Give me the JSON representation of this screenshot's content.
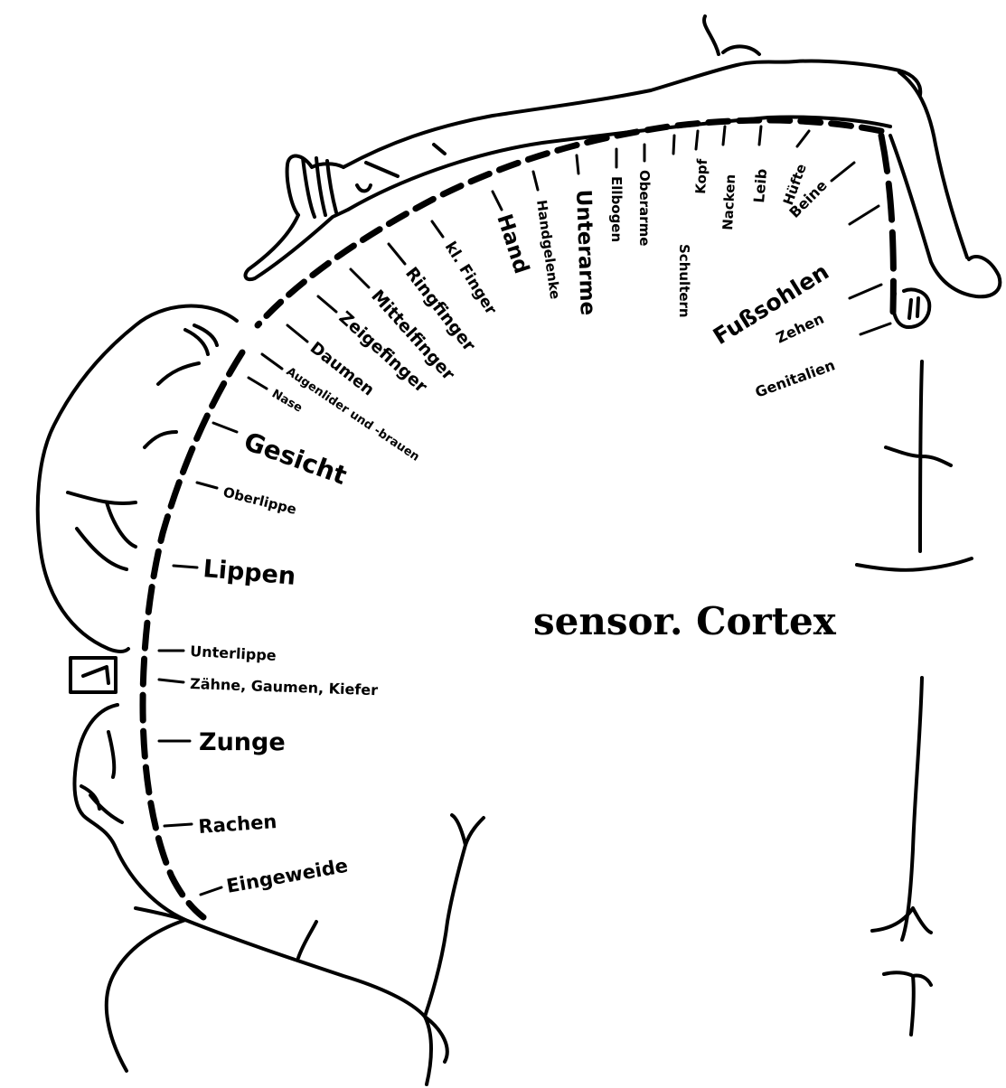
{
  "title": "sensor. Cortex",
  "labels": {
    "fusssohlen": "Fußsohlen",
    "zehen": "Zehen",
    "genitalien": "Genitalien",
    "beine": "Beine",
    "huefte": "Hüfte",
    "leib": "Leib",
    "nacken": "Nacken",
    "kopf": "Kopf",
    "schultern": "Schultern",
    "oberarme": "Oberarme",
    "ellbogen": "Ellbogen",
    "unterarme": "Unterarme",
    "handgelenke": "Handgelenke",
    "hand": "Hand",
    "kl_finger": "kl. Finger",
    "ringfinger": "Ringfinger",
    "mittelfinger": "Mittelfinger",
    "zeigefinger": "Zeigefinger",
    "daumen": "Daumen",
    "augenlider": "Augenlider und -brauen",
    "nase": "Nase",
    "gesicht": "Gesicht",
    "oberlippe": "Oberlippe",
    "lippen": "Lippen",
    "unterlippe": "Unterlippe",
    "zaehne": "Zähne, Gaumen, Kiefer",
    "zunge": "Zunge",
    "rachen": "Rachen",
    "eingeweide": "Eingeweide"
  }
}
